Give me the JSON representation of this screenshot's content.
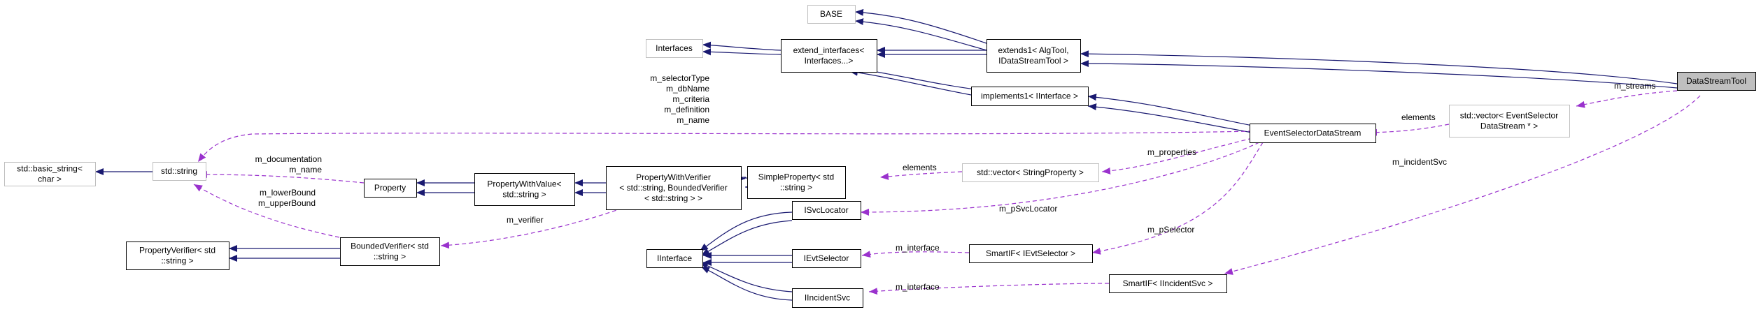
{
  "colors": {
    "inheritance_edge": "#191970",
    "usage_edge": "#9a32cd",
    "focus_node_fill": "#bfbfbf",
    "undocumented_node_border": "#bfbfbf"
  },
  "nodes": {
    "datastreamtool": [
      "DataStreamTool"
    ],
    "base": [
      "BASE"
    ],
    "interfaces": [
      "Interfaces"
    ],
    "extend_interfaces": [
      "extend_interfaces<",
      "Interfaces...>"
    ],
    "extends1": [
      "extends1< AlgTool,",
      "IDataStreamTool >"
    ],
    "implements1": [
      "implements1< IInterface >"
    ],
    "eventselectordatastream": [
      "EventSelectorDataStream"
    ],
    "vector_eventselector": [
      "std::vector< EventSelector",
      "DataStream * >"
    ],
    "basic_string": [
      "std::basic_string<",
      "char >"
    ],
    "std_string": [
      "std::string"
    ],
    "property": [
      "Property"
    ],
    "propertywithvalue": [
      "PropertyWithValue<",
      "std::string >"
    ],
    "propertywithverifier": [
      "PropertyWithVerifier",
      "< std::string, BoundedVerifier",
      "< std::string > >"
    ],
    "simpleproperty": [
      "SimpleProperty< std",
      "::string >"
    ],
    "vector_stringproperty": [
      "std::vector< StringProperty >"
    ],
    "propertyverifier": [
      "PropertyVerifier< std",
      "::string >"
    ],
    "boundedverifier": [
      "BoundedVerifier< std",
      "::string >"
    ],
    "isvclocator": [
      "ISvcLocator"
    ],
    "iinterface": [
      "IInterface"
    ],
    "ievtselector": [
      "IEvtSelector"
    ],
    "iincidentsvc": [
      "IIncidentSvc"
    ],
    "smartif_ievtselector": [
      "SmartIF< IEvtSelector >"
    ],
    "smartif_iincidentsvc": [
      "SmartIF< IIncidentSvc >"
    ]
  },
  "edge_labels": {
    "m_streams": [
      "m_streams"
    ],
    "elements_esds": [
      "elements"
    ],
    "string_members": [
      "m_selectorType",
      "m_dbName",
      "m_criteria",
      "m_definition",
      "m_name"
    ],
    "property_members": [
      "m_documentation",
      "m_name"
    ],
    "bound_members": [
      "m_lowerBound",
      "m_upperBound"
    ],
    "m_verifier": [
      "m_verifier"
    ],
    "elements_sp": [
      "elements"
    ],
    "m_properties": [
      "m_properties"
    ],
    "m_psvclocator": [
      "m_pSvcLocator"
    ],
    "m_pselector": [
      "m_pSelector"
    ],
    "m_interface_1": [
      "m_interface"
    ],
    "m_interface_2": [
      "m_interface"
    ],
    "m_incidentsvc": [
      "m_incidentSvc"
    ]
  }
}
